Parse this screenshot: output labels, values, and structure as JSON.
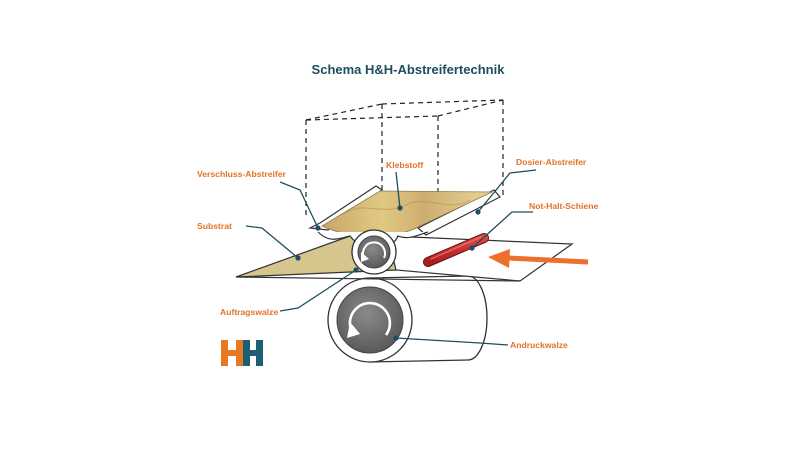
{
  "title": "Schema H&H-Abstreifertechnik",
  "labels": {
    "verschluss": "Verschluss-Abstreifer",
    "klebstoff": "Klebstoff",
    "dosier": "Dosier-Abstreifer",
    "not_halt": "Not-Halt-Schiene",
    "substrat": "Substrat",
    "auftragswalze": "Auftragswalze",
    "andruckwalze": "Andruckwalze"
  },
  "colors": {
    "title": "#1d4f5c",
    "label": "#e27327",
    "leader": "#1d4f5c",
    "arrow": "#ee6e2d",
    "rail": "#c92b2b",
    "adhesive": "#d9c07a",
    "substrate": "#d6c68d",
    "roller": "#6b6b6b",
    "logo_orange": "#e87722",
    "logo_teal": "#1b5f73"
  },
  "logo": {
    "text": "HH",
    "icon": "hh-logo-icon"
  }
}
